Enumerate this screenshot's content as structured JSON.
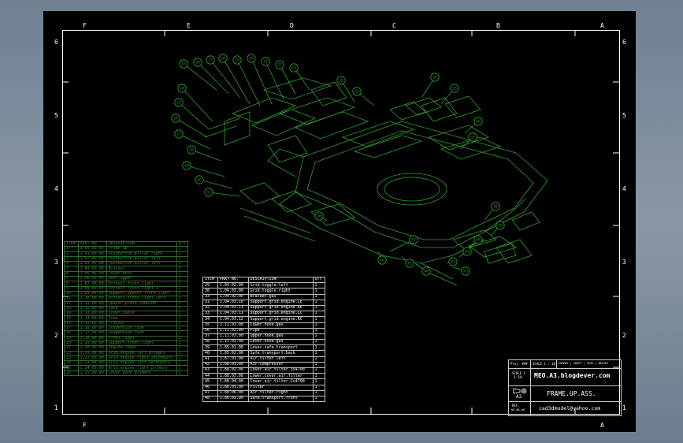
{
  "zones": {
    "top": [
      "F",
      "E",
      "D",
      "C",
      "B",
      "A"
    ],
    "bottom": [
      "F",
      "A"
    ],
    "left": [
      "6",
      "5",
      "4",
      "3",
      "2",
      "1"
    ],
    "right": [
      "6",
      "5",
      "4",
      "3",
      "2",
      "1"
    ]
  },
  "colors": {
    "drawing": "#2fa02f",
    "sheet": "#000000",
    "frame": "#ffffff"
  },
  "balloons": [
    "15",
    "16",
    "17",
    "18",
    "19",
    "20",
    "21",
    "22",
    "23",
    "24",
    "25",
    "26",
    "27",
    "28",
    "29",
    "30",
    "31",
    "32",
    "33",
    "34",
    "35",
    "36",
    "37",
    "38",
    "39",
    "40",
    "41",
    "42",
    "43",
    "44",
    "45",
    "46",
    "47",
    "48"
  ],
  "bom_left": {
    "headers": [
      "ITEM",
      "PART NO.",
      "DESCRIPTION",
      "QTY"
    ],
    "rows": [
      [
        "1",
        "1.00.00.00",
        "Frame.up",
        "1"
      ],
      [
        "2",
        "1.01.00.00",
        "Pushbutton.pillar.right",
        "1"
      ],
      [
        "3",
        "1.02.00.00",
        "Pushbutton.pillar.left",
        "1"
      ],
      [
        "4",
        "1.03.00.00",
        "Pushbutton.pillar.left",
        "1"
      ],
      [
        "5",
        "1.04.00.00",
        "Bracket",
        "1"
      ],
      [
        "6",
        "1.05.00.00",
        "Cover.door",
        "1"
      ],
      [
        "7",
        "1.06.00.00",
        "Door.upper",
        "1"
      ],
      [
        "8",
        "1.07.00.00",
        "Protect.front.light",
        "1"
      ],
      [
        "9",
        "1.08.00.00",
        "Protect.front.light.l",
        "1"
      ],
      [
        "10",
        "1.09.00.00",
        "Support.spacer.front.light",
        "1"
      ],
      [
        "11",
        "1.10.00.00",
        "Protect.front.light.left",
        "1"
      ],
      [
        "12",
        "1.11.00.00",
        "Spacer.plate.2000200",
        "2"
      ],
      [
        "13",
        "1.12.00.00",
        "Case",
        "1"
      ],
      [
        "14",
        "1.13.00.00",
        "Cover.cable",
        "1"
      ],
      [
        "15",
        "1.14.00.00",
        "Tube",
        "1"
      ],
      [
        "16",
        "1.15.00.00",
        "Tractor",
        "1"
      ],
      [
        "17",
        "1.16.00.00",
        "Suspension.tube",
        "1"
      ],
      [
        "18",
        "1.17.00.00",
        "Suspension.tube",
        "1"
      ],
      [
        "19",
        "1.18.00.00",
        "Front.light",
        "2"
      ],
      [
        "20",
        "1.19.00.00",
        "Support.front.light",
        "1"
      ],
      [
        "21",
        "1.20.00.00",
        "Engine.cover",
        "1"
      ],
      [
        "22",
        "1.21.00.00",
        "Grid.engine.left.primary",
        "1"
      ],
      [
        "23",
        "1.22.00.00",
        "Grid.engine.right.secondary",
        "1"
      ],
      [
        "24",
        "1.23.00.00",
        "Grid.engine.left.secondary",
        "1"
      ],
      [
        "25",
        "1.24.00.00",
        "Grid.engine.right.primary",
        "1"
      ],
      [
        "26",
        "1.25.00.00",
        "Cover.back.primary",
        "1"
      ]
    ]
  },
  "bom_mid": {
    "headers": [
      "ITEM",
      "PART NO.",
      "DESCRIPTION",
      "QTY"
    ],
    "rows": [
      [
        "29",
        "1.04.02.00",
        "Grid.toggle.left",
        "1"
      ],
      [
        "30",
        "1.04.03.00",
        "Grid.toggle.right",
        "1"
      ],
      [
        "33",
        "1.04.02.00",
        "Bracket.gas",
        "1"
      ],
      [
        "31",
        "1.04.03.10",
        "Support.grid.engine.LE",
        "1"
      ],
      [
        "32",
        "1.04.03.11",
        "Support.grid.engine.RE",
        "1"
      ],
      [
        "33",
        "1.04.03.11",
        "Support.grid.engine.LC",
        "1"
      ],
      [
        "34",
        "1.04.03.12",
        "Support.grid.engine.RC",
        "1"
      ],
      [
        "35",
        "1.11.01.00",
        "Lower.hook.gas",
        "1"
      ],
      [
        "36",
        "1.11.02.00",
        "Pipe",
        "1"
      ],
      [
        "37",
        "1.11.03.00",
        "Upper.hook.gas",
        "1"
      ],
      [
        "38",
        "1.11.03.00",
        "Lever.hook.gas",
        "1"
      ],
      [
        "39",
        "1.85.01.00",
        "Lever.safe.transport",
        "1"
      ],
      [
        "40",
        "1.85.02.00",
        "Safe.transport.back",
        "1"
      ],
      [
        "41",
        "1.87.01.00",
        "Air.filter.left",
        "1"
      ],
      [
        "42",
        "1.88.01.00",
        "Air.compressor",
        "1"
      ],
      [
        "43",
        "1.88.02.00",
        "Cover.air.filter.3x4700",
        "1"
      ],
      [
        "44",
        "1.88.03.00",
        "Lower.cover.air.filter",
        "1"
      ],
      [
        "45",
        "1.88.04.00",
        "Cover.air.filter.2x4700",
        "1"
      ],
      [
        "46",
        "1.88.05.00",
        "Filter",
        "1"
      ],
      [
        "47",
        "1.88.06.00",
        "Air.filter.right",
        "1"
      ],
      [
        "48",
        "1.86.01.00",
        "Safe.transport.front",
        "1"
      ]
    ]
  },
  "title_block": {
    "label_proj": "Proj. ###",
    "label_scale": "SCALE 1 : 10",
    "header_strip": "FORMAT | SHEET | SIZE | WEIGHT",
    "site": "MEO.A3.blogdever.com",
    "scale_label": "SCALE 1",
    "scale_value": "1:10",
    "format": "A3",
    "title": "FRAME.UP.ASS.",
    "ref_label": "REF.",
    "ref_value": "00.00.00",
    "email": "cad3dmodel@yahoo.com"
  }
}
